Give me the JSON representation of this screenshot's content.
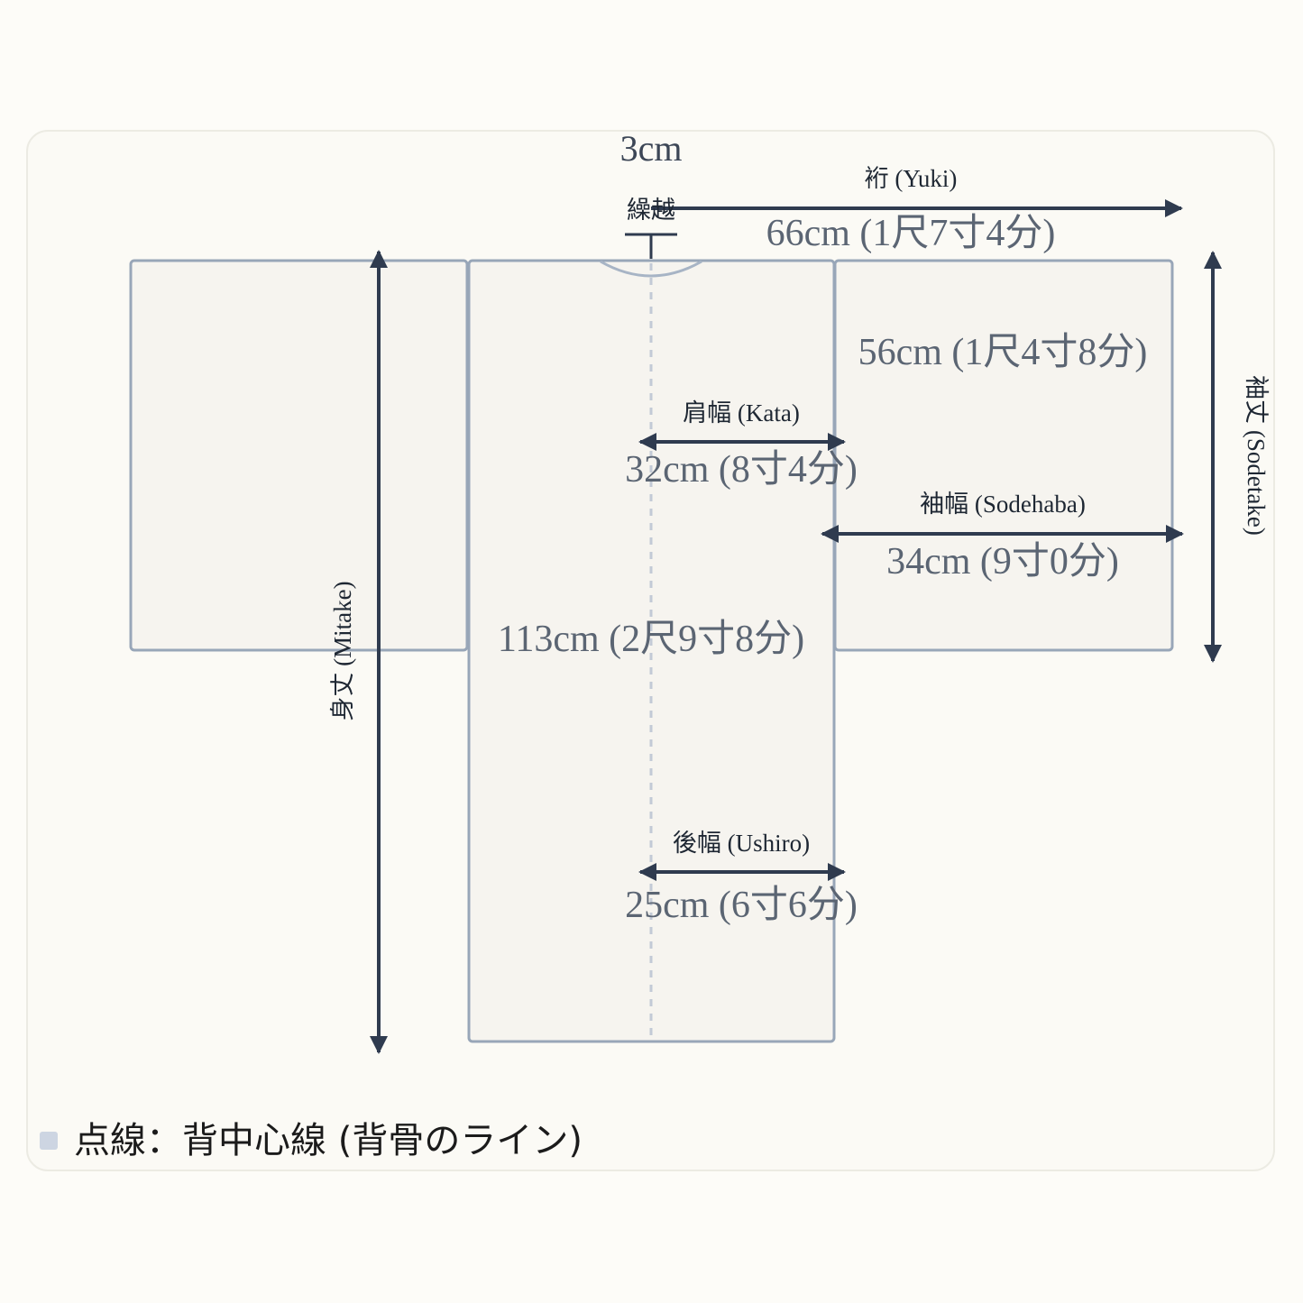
{
  "diagram": {
    "collar": {
      "value": "3cm",
      "label": "繰越"
    },
    "yuki": {
      "label": "裄 (Yuki)",
      "value": "66cm (1尺7寸4分)"
    },
    "sodetake": {
      "label": "袖丈 (Sodetake)",
      "value": "56cm (1尺4寸8分)"
    },
    "kata": {
      "label": "肩幅 (Kata)",
      "value": "32cm (8寸4分)"
    },
    "sodehaba": {
      "label": "袖幅 (Sodehaba)",
      "value": "34cm (9寸0分)"
    },
    "mitake": {
      "label": "身丈 (Mitake)",
      "value": "113cm (2尺9寸8分)"
    },
    "ushiro": {
      "label": "後幅 (Ushiro)",
      "value": "25cm (6寸6分)"
    }
  },
  "legend": {
    "text": "点線：背中心線 (背骨のライン)"
  },
  "colors": {
    "background": "#fdfcf8",
    "panel": "#fbfaf5",
    "garment_fill": "#f6f4ef",
    "garment_stroke": "#98a6b8",
    "arrow": "#2f3b4f",
    "center_line": "#c3cad6"
  }
}
